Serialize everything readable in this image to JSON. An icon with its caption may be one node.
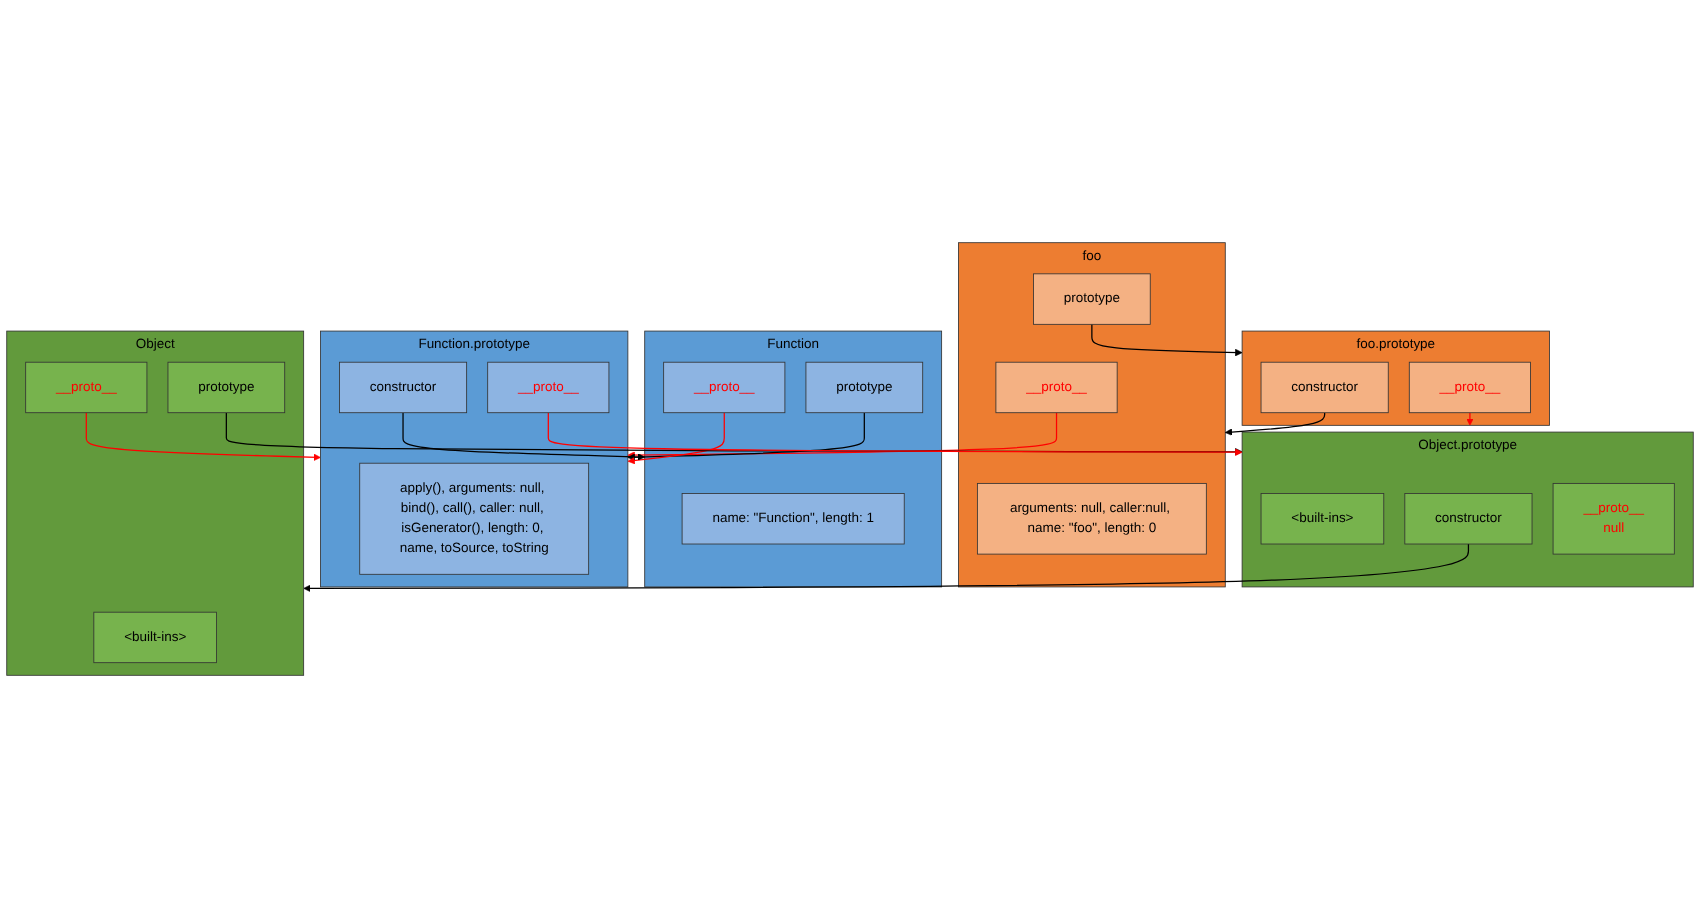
{
  "diagram": {
    "nodes": [
      {
        "text": [
          "foo"
        ]
      },
      {
        "text": [
          "arguments: null, caller:null, name: \"foo\", length: 0"
        ],
        "in": 0
      },
      {
        "text": [
          "prototype"
        ],
        "in": 0
      },
      {
        "text": [
          "__proto__"
        ],
        "in": 0
      },
      {
        "text": [
          "Function"
        ]
      },
      {
        "text": [
          "name: \"Function\", length: 1"
        ],
        "in": 4
      },
      {
        "text": [
          "prototype"
        ],
        "in": 4
      },
      {
        "text": [
          "__proto__"
        ],
        "in": 4
      },
      {
        "text": [
          "Object"
        ]
      },
      {
        "text": [
          "<built-ins>"
        ],
        "in": 8
      },
      {
        "text": [
          "prototype"
        ],
        "in": 8
      },
      {
        "text": [
          "__proto__"
        ],
        "in": 8
      },
      {
        "text": [
          "Function.prototype"
        ]
      },
      {
        "text": [
          "apply(), arguments: null, bind(), call(), caller: null, isGenerator(), length: 0, name, toSource, toString"
        ],
        "in": 12
      },
      {
        "text": [
          "constructor"
        ],
        "in": 12
      },
      {
        "text": [
          "__proto__"
        ],
        "in": 12
      },
      {
        "text": [
          "foo.prototype"
        ]
      },
      {
        "text": [
          "constructor"
        ],
        "in": 16
      },
      {
        "text": [
          "__proto__"
        ],
        "in": 16
      },
      {
        "text": [
          "Object.prototype"
        ]
      },
      {
        "text": [
          "<built-ins>"
        ],
        "in": 19
      },
      {
        "text": [
          "constructor"
        ],
        "in": 19
      },
      {
        "text": [
          "__proto__",
          "null"
        ],
        "in": 19
      }
    ],
    "edges": [
      {
        "from": 2,
        "to": 16,
        "arrow": "to"
      },
      {
        "from": 3,
        "to": 12,
        "arrow": "to",
        "color": "#ff0000"
      },
      {
        "from": 6,
        "to": 12,
        "arrow": "to"
      },
      {
        "from": 7,
        "to": 12,
        "arrow": "to",
        "color": "#ff0000"
      },
      {
        "from": 10,
        "to": 19,
        "arrow": "to"
      },
      {
        "from": 11,
        "to": 12,
        "arrow": "to",
        "color": "#ff0000"
      },
      {
        "from": 14,
        "to": 4,
        "arrow": "to"
      },
      {
        "from": 15,
        "to": 19,
        "arrow": "to",
        "color": "#ff0000"
      },
      {
        "from": 17,
        "to": 0,
        "arrow": "to"
      },
      {
        "from": 18,
        "to": 19,
        "arrow": "to",
        "color": "#ff0000"
      },
      {
        "from": 21,
        "to": 8,
        "arrow": "to"
      }
    ]
  }
}
